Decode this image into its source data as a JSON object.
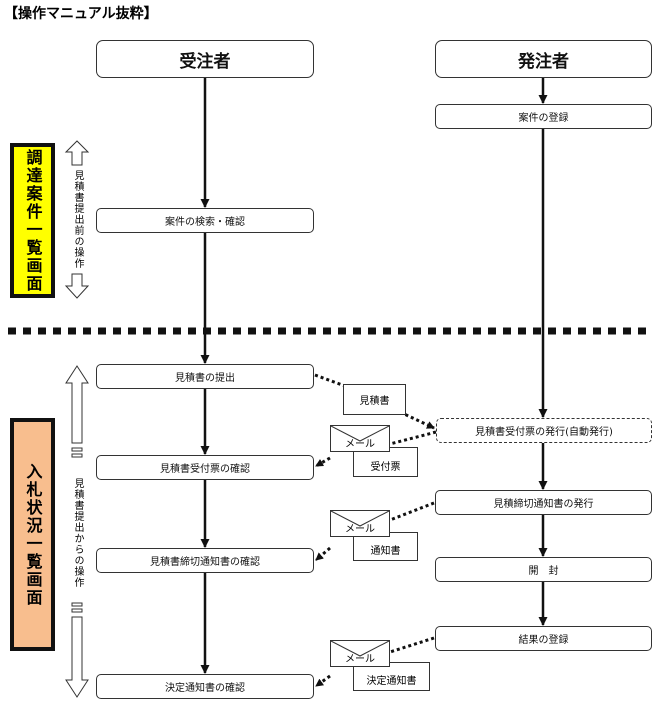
{
  "title": "【操作マニュアル抜粋】",
  "actors": {
    "contractor": "受注者",
    "orderer": "発注者"
  },
  "screens": {
    "procurement": {
      "label": "調達案件一覧画面",
      "color": "#ffff00"
    },
    "bidding": {
      "label": "入札状況一覧画面",
      "color": "#f8be8e"
    }
  },
  "phases": {
    "before": "見積書提出前の操作",
    "after": "見積書提出からの操作"
  },
  "contractor_steps": [
    "案件の検索・確認",
    "見積書の提出",
    "見積書受付票の確認",
    "見積書締切通知書の確認",
    "決定通知書の確認"
  ],
  "orderer_steps": [
    "案件の登録",
    "見積書受付票の発行(自動発行)",
    "見積締切通知書の発行",
    "開　封",
    "結果の登録"
  ],
  "documents": [
    "見積書",
    "受付票",
    "通知書",
    "決定通知書"
  ],
  "mail_label": "メール"
}
